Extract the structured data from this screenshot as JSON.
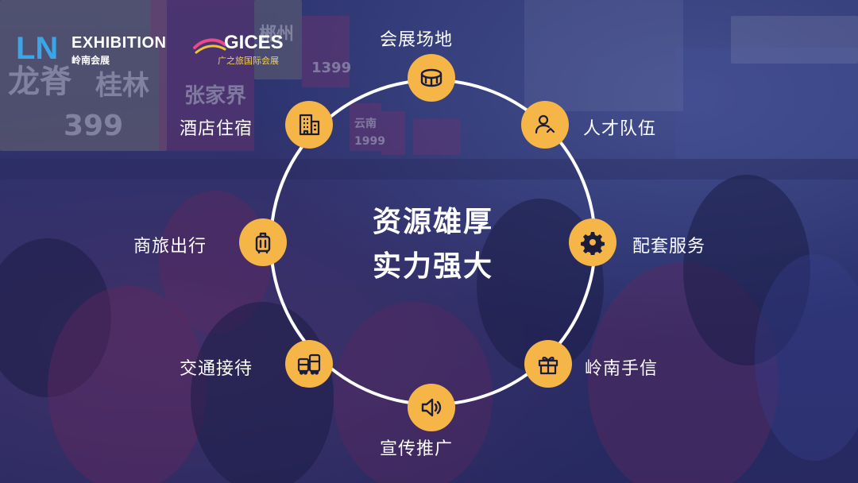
{
  "brand": {
    "ln_logo": "LN",
    "exhibition_title": "EXHIBITION",
    "exhibition_subtitle": "岭南会展",
    "gices_title": "GICES",
    "gices_subtitle": "广之旅国际会展"
  },
  "center": {
    "line1": "资源雄厚",
    "line2": "实力强大"
  },
  "nodes": [
    {
      "label": "会展场地",
      "icon": "stadium-icon"
    },
    {
      "label": "人才队伍",
      "icon": "team-icon"
    },
    {
      "label": "配套服务",
      "icon": "gear-icon"
    },
    {
      "label": "岭南手信",
      "icon": "gift-icon"
    },
    {
      "label": "宣传推广",
      "icon": "speaker-icon"
    },
    {
      "label": "交通接待",
      "icon": "bus-icon"
    },
    {
      "label": "商旅出行",
      "icon": "luggage-icon"
    },
    {
      "label": "酒店住宿",
      "icon": "hotel-icon"
    }
  ],
  "background_signs": {
    "s1": "龙脊",
    "s2": "桂林",
    "s3": "399",
    "s4": "张家界",
    "s5": "1399",
    "s6": "郴州",
    "s7": "云南",
    "s8": "1999"
  },
  "colors": {
    "accent": "#f5b547",
    "ring": "#ffffff",
    "text": "#ffffff",
    "overlay": "#2e3570"
  }
}
